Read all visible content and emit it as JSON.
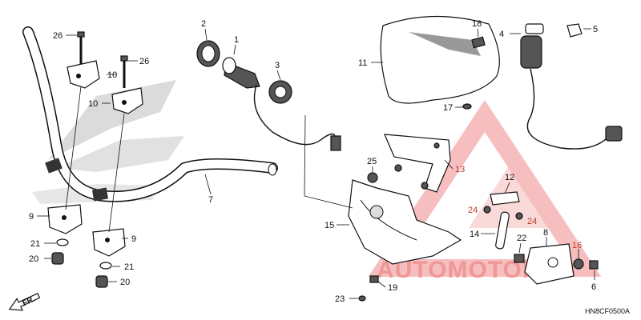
{
  "diagram": {
    "code": "HN8CF0500A",
    "front_label": "FR.",
    "watermark": "AUTOMOTOHUB",
    "callouts": {
      "p1": "1",
      "p2": "2",
      "p3": "3",
      "p4": "4",
      "p5": "5",
      "p6": "6",
      "p7": "7",
      "p8": "8",
      "p9a": "9",
      "p9b": "9",
      "p10a": "10",
      "p10b": "10",
      "p11": "11",
      "p12": "12",
      "p13": "13",
      "p14": "14",
      "p15": "15",
      "p16": "16",
      "p17": "17",
      "p18": "18",
      "p19": "19",
      "p20a": "20",
      "p20b": "20",
      "p21a": "21",
      "p21b": "21",
      "p22": "22",
      "p23": "23",
      "p24a": "24",
      "p24b": "24",
      "p25": "25",
      "p26a": "26",
      "p26b": "26"
    },
    "colors": {
      "watermark": "#ef8a8a",
      "callout_alt": "#c0392b"
    }
  }
}
